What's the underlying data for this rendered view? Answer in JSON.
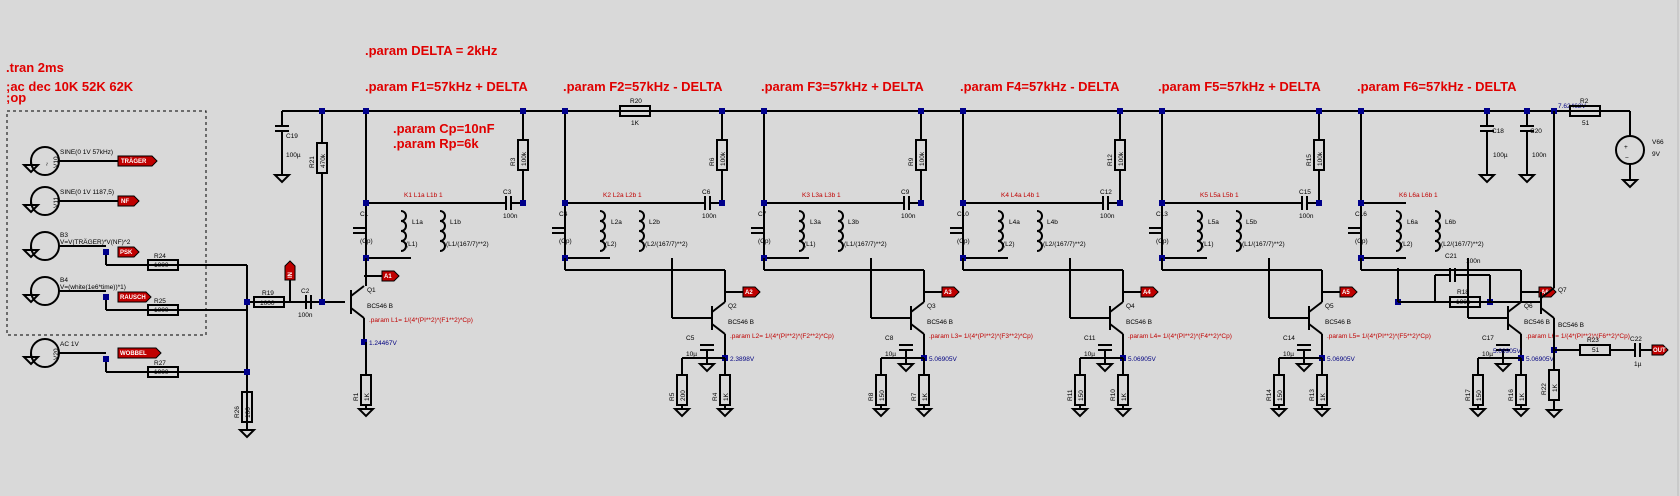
{
  "directives": {
    "delta": ".param DELTA = 2kHz",
    "tran": ".tran 2ms",
    "ac": ";ac dec 10K 52K 62K",
    "op": ";op",
    "f1": ".param F1=57kHz +  DELTA",
    "f2": ".param F2=57kHz - DELTA",
    "f3": ".param F3=57kHz +  DELTA",
    "f4": ".param F4=57kHz - DELTA",
    "f5": ".param F5=57kHz +  DELTA",
    "f6": ".param F6=57kHz - DELTA",
    "cp": ".param Cp=10nF",
    "rp": ".param Rp=6k"
  },
  "sources": {
    "v10": {
      "ref": "V10",
      "value": "SINE(0 1V 57kHz)",
      "label": "TRÄGER"
    },
    "v11": {
      "ref": "V11",
      "value": "SINE(0 1V 1187,5)",
      "label": "NF"
    },
    "b3": {
      "ref": "B3",
      "value": "V=V(TRÄGER)*V(NF)^2",
      "label": "PSK"
    },
    "b4": {
      "ref": "B4",
      "value": "V=(white(1e6*time))*1)",
      "label": "RAUSCH"
    },
    "v20": {
      "ref": "V20",
      "value": "AC 1V",
      "label": "WOBBEL"
    },
    "v66": {
      "ref": "V66",
      "value": "9V"
    }
  },
  "resistors": {
    "r24": {
      "ref": "R24",
      "value": "1000"
    },
    "r25": {
      "ref": "R25",
      "value": "1000"
    },
    "r27": {
      "ref": "R27",
      "value": "1000"
    },
    "r26": {
      "ref": "R26",
      "value": "100"
    },
    "r19": {
      "ref": "R19",
      "value": "1000"
    },
    "r21": {
      "ref": "R21",
      "value": "470k"
    },
    "r20": {
      "ref": "R20",
      "value": "1K"
    },
    "r2": {
      "ref": "R2",
      "value": "51"
    },
    "r18": {
      "ref": "R18",
      "value": "100k"
    },
    "r23": {
      "ref": "R23",
      "value": "51"
    },
    "r22": {
      "ref": "R22",
      "value": "1K"
    }
  },
  "caps": {
    "c2": {
      "ref": "C2",
      "value": "100n"
    },
    "c19": {
      "ref": "C19",
      "value": "100µ"
    },
    "c18": {
      "ref": "C18",
      "value": "100µ"
    },
    "c20": {
      "ref": "C20",
      "value": "100n"
    },
    "c21": {
      "ref": "C21",
      "value": "100n"
    },
    "c22": {
      "ref": "C22",
      "value": "1µ"
    }
  },
  "stages": [
    {
      "q": "Q1",
      "model": "BC546 B",
      "lt": "L1a",
      "lb": "L1b",
      "k": "K1 L1a L1b 1",
      "c": "C1",
      "ind": "(L1)",
      "indb": "(L1/(167/7)**2)",
      "param": ".param L1= 1/(4*(PI**2)*(F1**2)*Cp)",
      "vnode": "1.24467V",
      "rc": "R3",
      "rcv": "100k",
      "cc": "C3",
      "ccv": "100n",
      "re": "R1",
      "rev": "1K",
      "rb": "",
      "rbv": "",
      "ce": "",
      "cev": ""
    },
    {
      "q": "Q2",
      "model": "BC546 B",
      "lt": "L2a",
      "lb": "L2b",
      "k": "K2 L2a L2b 1",
      "c": "C4",
      "ind": "(L2)",
      "indb": "(L2/(167/7)**2)",
      "param": ".param L2= 1/(4*(PI**2)*(F2**2)*Cp)",
      "vnode": "2.3898V",
      "rc": "R6",
      "rcv": "100k",
      "cc": "C6",
      "ccv": "100n",
      "re": "R4",
      "rev": "1K",
      "rb": "R5",
      "rbv": "200",
      "ce": "C5",
      "cev": "10µ"
    },
    {
      "q": "Q3",
      "model": "BC546 B",
      "lt": "L3a",
      "lb": "L3b",
      "k": "K3 L3a L3b 1",
      "c": "C7",
      "ind": "(L1)",
      "indb": "(L1/(167/7)**2)",
      "param": ".param L3= 1/(4*(PI**2)*(F3**2)*Cp)",
      "vnode": "5.06905V",
      "rc": "R9",
      "rcv": "100k",
      "cc": "C9",
      "ccv": "100n",
      "re": "R7",
      "rev": "1K",
      "rb": "R8",
      "rbv": "150",
      "ce": "C8",
      "cev": "10µ"
    },
    {
      "q": "Q4",
      "model": "BC546 B",
      "lt": "L4a",
      "lb": "L4b",
      "k": "K4 L4a L4b 1",
      "c": "C10",
      "ind": "(L2)",
      "indb": "(L2/(167/7)**2)",
      "param": ".param L4= 1/(4*(PI**2)*(F4**2)*Cp)",
      "vnode": "5.06905V",
      "rc": "R12",
      "rcv": "100k",
      "cc": "C12",
      "ccv": "100n",
      "re": "R10",
      "rev": "1K",
      "rb": "R11",
      "rbv": "150",
      "ce": "C11",
      "cev": "10µ"
    },
    {
      "q": "Q5",
      "model": "BC546 B",
      "lt": "L5a",
      "lb": "L5b",
      "k": "K5 L5a L5b 1",
      "c": "C13",
      "ind": "(L1)",
      "indb": "(L1/(167/7)**2)",
      "param": ".param L5= 1/(4*(PI**2)*(F5**2)*Cp)",
      "vnode": "5.06905V",
      "rc": "R15",
      "rcv": "100k",
      "cc": "C15",
      "ccv": "100n",
      "re": "R13",
      "rev": "1K",
      "rb": "R14",
      "rbv": "150",
      "ce": "C14",
      "cev": "10µ"
    },
    {
      "q": "Q6",
      "model": "BC546 B",
      "lt": "L6a",
      "lb": "L6b",
      "k": "K6 L6a L6b 1",
      "c": "C16",
      "ind": "(L2)",
      "indb": "(L2/(167/7)**2)",
      "param": ".param L6= 1/(4*(PI**2)*(F6**2)*Cp)",
      "vnode": "5.06905V",
      "rc": "",
      "rcv": "",
      "cc": "",
      "ccv": "",
      "re": "R16",
      "rev": "1K",
      "rb": "R17",
      "rbv": "150",
      "ce": "C17",
      "cev": "10µ"
    }
  ],
  "q7": {
    "ref": "Q7",
    "model": "BC546 B",
    "vnode": "5.06905V"
  },
  "rail_voltage": "7.62462V",
  "node_label_in": "IN",
  "node_label_out": "OUT",
  "outputs": [
    "A1",
    "A2",
    "A3",
    "A4",
    "A5",
    "A6"
  ]
}
